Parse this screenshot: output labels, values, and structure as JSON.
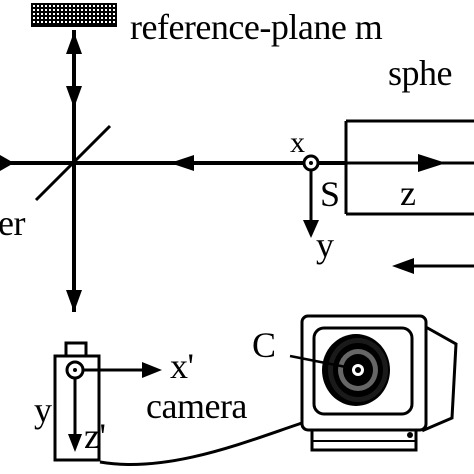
{
  "labels": {
    "reference_plane": "reference-plane m",
    "sphere": "sphe",
    "splitter_suffix": "er",
    "x_axis": "x",
    "origin_s": "S",
    "z_axis": "z",
    "y_axis": "y",
    "x_prime": "x'",
    "y_prime": "y",
    "z_prime": "z'",
    "camera": "camera",
    "c_label": "C"
  }
}
